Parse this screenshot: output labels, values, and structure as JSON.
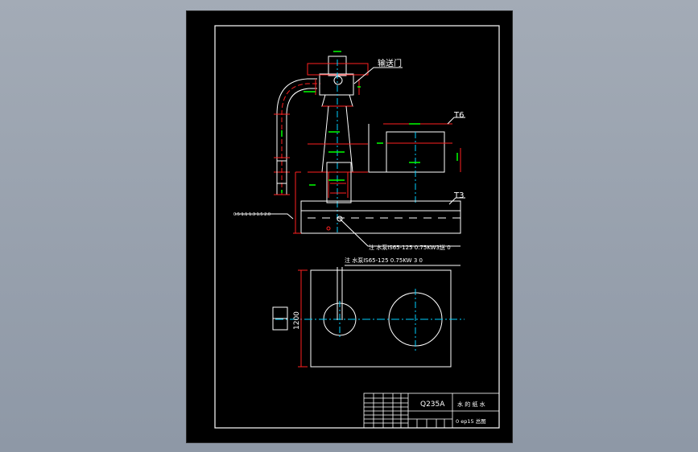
{
  "colors": {
    "background": "#96a0ad",
    "sheet": "#000000",
    "line": "#ffffff",
    "dimension": "#00ff00",
    "section": "#ff2020",
    "centerline": "#00d0ff"
  },
  "labels": {
    "valve_note": "输送门",
    "t6": "T6",
    "t3": "T3",
    "pump_note_1": "注 水泵IS65-125 0.75KW3送  0",
    "pump_note_2": "注 水泵IS65-125 0.75KW   3  0",
    "side_note": "0.5 1.1 1.3 1.5 2.0",
    "plan_dim": "1200"
  },
  "title_block": {
    "material": "Q235A",
    "name": "水 的 纸 水",
    "sheet_info": "0 ep15  总图"
  },
  "icons": [
    "plan-view-square-icon"
  ]
}
